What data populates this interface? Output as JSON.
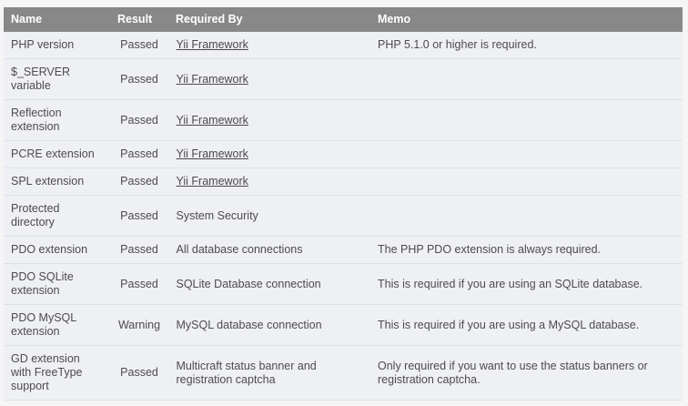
{
  "table": {
    "columns": [
      {
        "key": "name",
        "label": "Name"
      },
      {
        "key": "result",
        "label": "Result"
      },
      {
        "key": "requiredBy",
        "label": "Required By"
      },
      {
        "key": "memo",
        "label": "Memo"
      }
    ],
    "rows": [
      {
        "name": "PHP version",
        "result": "Passed",
        "result_state": "passed",
        "requiredBy": "Yii Framework",
        "requiredBy_is_link": true,
        "memo": "PHP 5.1.0 or higher is required."
      },
      {
        "name": "$_SERVER variable",
        "result": "Passed",
        "result_state": "passed",
        "requiredBy": "Yii Framework",
        "requiredBy_is_link": true,
        "memo": ""
      },
      {
        "name": "Reflection extension",
        "result": "Passed",
        "result_state": "passed",
        "requiredBy": "Yii Framework",
        "requiredBy_is_link": true,
        "memo": ""
      },
      {
        "name": "PCRE extension",
        "result": "Passed",
        "result_state": "passed",
        "requiredBy": "Yii Framework",
        "requiredBy_is_link": true,
        "memo": ""
      },
      {
        "name": "SPL extension",
        "result": "Passed",
        "result_state": "passed",
        "requiredBy": "Yii Framework",
        "requiredBy_is_link": true,
        "memo": ""
      },
      {
        "name": "Protected directory",
        "result": "Passed",
        "result_state": "passed",
        "requiredBy": "System Security",
        "requiredBy_is_link": false,
        "memo": ""
      },
      {
        "name": "PDO extension",
        "result": "Passed",
        "result_state": "passed",
        "requiredBy": "All database connections",
        "requiredBy_is_link": false,
        "memo": "The PHP PDO extension is always required."
      },
      {
        "name": "PDO SQLite extension",
        "result": "Passed",
        "result_state": "passed",
        "requiredBy": "SQLite Database connection",
        "requiredBy_is_link": false,
        "memo": "This is required if you are using an SQLite database."
      },
      {
        "name": "PDO MySQL extension",
        "result": "Warning",
        "result_state": "warning",
        "requiredBy": "MySQL database connection",
        "requiredBy_is_link": false,
        "memo": "This is required if you are using a MySQL database."
      },
      {
        "name": "GD extension with FreeType support",
        "result": "Passed",
        "result_state": "passed",
        "requiredBy": "Multicraft status banner and registration captcha",
        "requiredBy_is_link": false,
        "memo": "Only required if you want to use the status banners or registration captcha."
      }
    ]
  },
  "colors": {
    "header_bg": "#888888",
    "row_bg": "#eff0f4",
    "passed_bg": "#56bd5b",
    "passed_text": "#ffffff",
    "warning_bg": "#fafac8",
    "warning_text": "#3f3f3f",
    "body_text": "#4c4c4c",
    "page_bg": "#f5f5f5"
  }
}
